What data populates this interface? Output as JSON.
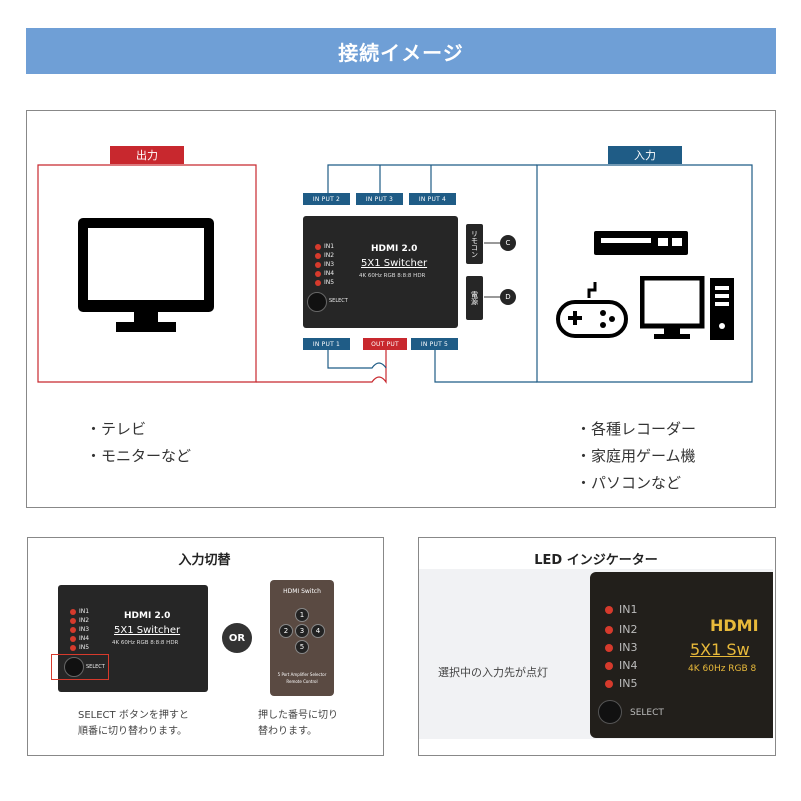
{
  "banner": {
    "title": "接続イメージ"
  },
  "connection": {
    "output_label": "出力",
    "input_label": "入力",
    "ports_top": [
      "IN PUT 2",
      "IN PUT 3",
      "IN PUT 4"
    ],
    "ports_bottom": [
      "IN PUT 1",
      "OUT PUT",
      "IN PUT 5"
    ],
    "device": {
      "leds": [
        "IN1",
        "IN2",
        "IN3",
        "IN4",
        "IN5"
      ],
      "brand": "HDMI 2.0",
      "model": "5X1 Switcher",
      "spec": "4K 60Hz RGB 8:8:8 HDR",
      "select": "SELECT"
    },
    "side_remote": "リモコン",
    "side_power": "電源",
    "side_remote_letter": "C",
    "side_power_letter": "D",
    "output_items": [
      "・テレビ",
      "・モニターなど"
    ],
    "input_items": [
      "・各種レコーダー",
      "・家庭用ゲーム機",
      "・パソコンなど"
    ]
  },
  "switching": {
    "title": "入力切替",
    "or_label": "OR",
    "remote_title": "HDMI Switch",
    "remote_buttons": [
      "1",
      "2",
      "3",
      "4",
      "5"
    ],
    "remote_caption_1": "5 Port Amplifier Selector",
    "remote_caption_2": "Remote Control",
    "desc_left_1": "SELECT ボタンを押すと",
    "desc_left_2": "順番に切り替わります。",
    "desc_right_1": "押した番号に切り",
    "desc_right_2": "替わります。"
  },
  "indicator": {
    "title": "LED インジケーター",
    "desc": "選択中の入力先が点灯",
    "leds": [
      "IN1",
      "IN2",
      "IN3",
      "IN4",
      "IN5"
    ],
    "brand": "HDMI",
    "model": "5X1 Sw",
    "spec": "4K 60Hz RGB 8",
    "select": "SELECT"
  },
  "colors": {
    "banner": "#6f9fd6",
    "output": "#c8282e",
    "input": "#1f5c86",
    "led": "#d63a2c"
  }
}
